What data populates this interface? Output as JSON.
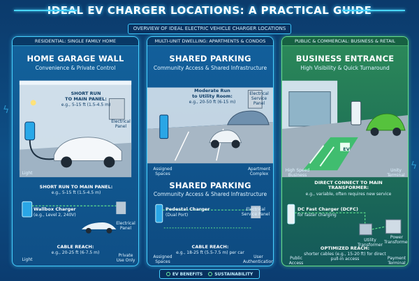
{
  "title": "IDEAL EV CHARGER LOCATIONS: A PRACTICAL GUIDE",
  "subtitle": "OVERVIEW OF IDEAL ELECTRIC VEHICLE CHARGER LOCATIONS",
  "panels": [
    {
      "tag": "RESIDENTIAL: SINGLE FAMILY HOME",
      "title": "HOME GARAGE WALL",
      "subtitle": "Convenience & Private Control",
      "callout_line1": "SHORT RUN",
      "callout_line2": "TO MAIN PANEL:",
      "callout_line3": "e.g., 5-15 ft (1.5-4.5 m)",
      "scene_label_panel": "Electrical Panel",
      "scene_label_light": "Light",
      "diagram_heading": "SHORT RUN TO MAIN PANEL:",
      "diagram_heading_sub": "e.g., 5-15 ft (1.5-4.5 m)",
      "charger_name": "Wallbox Charger",
      "charger_detail": "(e.g., Level 2, 240V)",
      "diagram_label_panel": "Electrical Panel",
      "reach_heading": "CABLE REACH:",
      "reach_detail": "e.g., 20-25 ft (6-7.5 m)",
      "icon_left_label": "Light",
      "icon_right_label": "Private Use Only"
    },
    {
      "tag": "MULTI-UNIT DWELLING: APARTMENTS & CONDOS",
      "title": "SHARED PARKING",
      "subtitle": "Community Access & Shared Infrastructure",
      "callout_line1": "Moderate Run",
      "callout_line2": "to Utility Room:",
      "callout_line3": "e.g., 20-50 ft (6-15 m)",
      "scene_label_panel": "Electrical Service Panel",
      "scene_label_left": "Assigned Spaces",
      "scene_label_right": "Apartment Complex",
      "mid_title": "SHARED PARKING",
      "mid_subtitle": "Community Access & Shared Infrastructure",
      "charger_name": "Pedestal Charger",
      "charger_detail": "(Dual Port)",
      "diagram_label_panel": "Electrical Service Panel",
      "reach_heading": "CABLE REACH:",
      "reach_detail": "e.g., 18-25 ft (5.5-7.5 m) per car",
      "icon_left_label": "Assigned Spaces",
      "icon_right_label": "User Authentication"
    },
    {
      "tag": "PUBLIC & COMMERCIAL: BUSINESS & RETAIL",
      "title": "BUSINESS ENTRANCE",
      "subtitle": "High Visibility & Quick Turnaround",
      "scene_label_left": "High Speed Business",
      "scene_label_right": "Unity Terminal",
      "parking_text": "EV",
      "diagram_heading": "DIRECT CONNECT TO MAIN TRANSFORMER:",
      "diagram_heading_sub": "e.g., variable, often requires new service",
      "charger_name": "DC Fast Charger (DCFC)",
      "charger_detail": "for faster charging",
      "label_transformer": "Power Transformer",
      "label_utility": "Utility Transformer",
      "reach_heading": "OPTIMIZED REACH:",
      "reach_detail": "shorter cables (e.g., 15-20 ft) for direct pull-in access",
      "icon_left_label": "Public Access",
      "icon_right_label": "Payment Terminal"
    }
  ],
  "footer": {
    "item1": "EV BENEFITS",
    "item2": "SUSTAINABILITY"
  },
  "colors": {
    "accent": "#46d0ff",
    "green": "#67e08a",
    "background": "#0e4f86"
  }
}
